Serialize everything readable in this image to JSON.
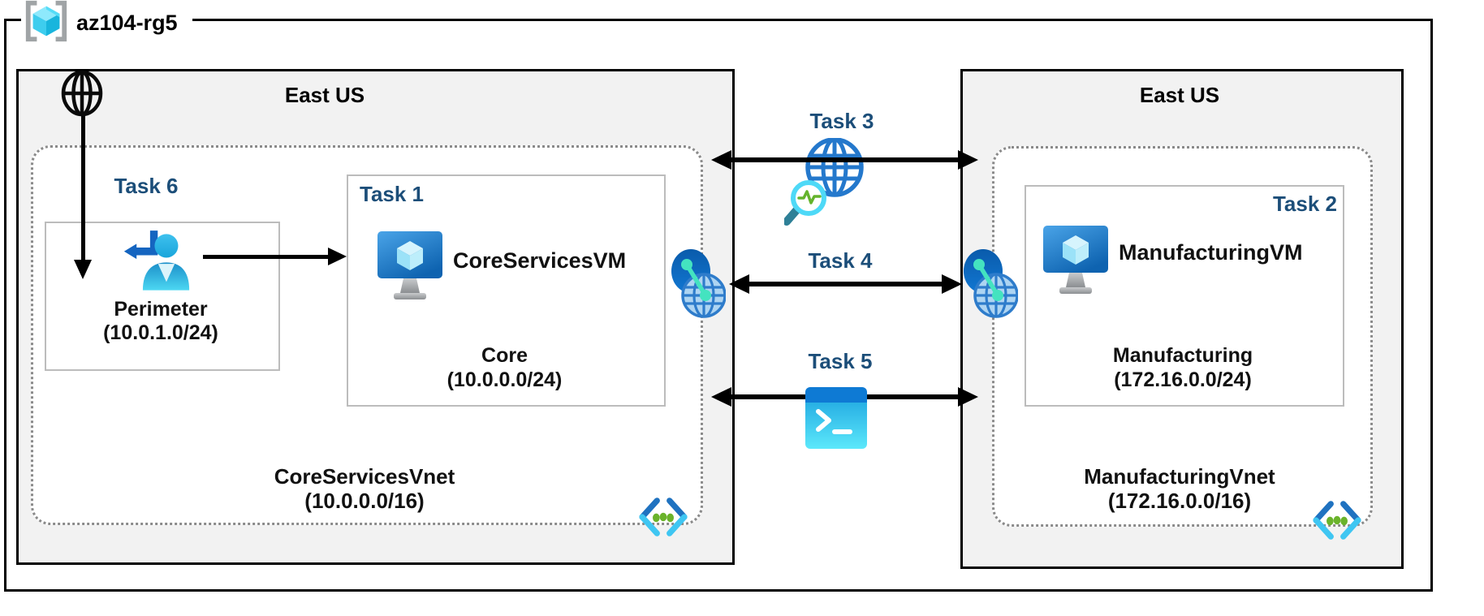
{
  "resource_group": {
    "label": "az104-rg5"
  },
  "left_region": {
    "title": "East US",
    "task6_label": "Task 6",
    "perimeter": {
      "name": "Perimeter",
      "cidr": "(10.0.1.0/24)"
    },
    "task1_label": "Task 1",
    "vm": {
      "name": "CoreServicesVM",
      "subnet_name": "Core",
      "subnet_cidr": "(10.0.0.0/24)"
    },
    "vnet": {
      "name": "CoreServicesVnet",
      "cidr": "(10.0.0.0/16)"
    }
  },
  "right_region": {
    "title": "East US",
    "task2_label": "Task 2",
    "vm": {
      "name": "ManufacturingVM",
      "subnet_name": "Manufacturing",
      "subnet_cidr": "(172.16.0.0/24)"
    },
    "vnet": {
      "name": "ManufacturingVnet",
      "cidr": "(172.16.0.0/16)"
    }
  },
  "connections": {
    "task3_label": "Task 3",
    "task4_label": "Task 4",
    "task5_label": "Task 5"
  },
  "colors": {
    "task_label": "#1C4E79",
    "region_background": "#f2f2f2",
    "frame": "#000000",
    "dotted_border": "#8a8a8a",
    "box_border": "#bcbcbc"
  }
}
